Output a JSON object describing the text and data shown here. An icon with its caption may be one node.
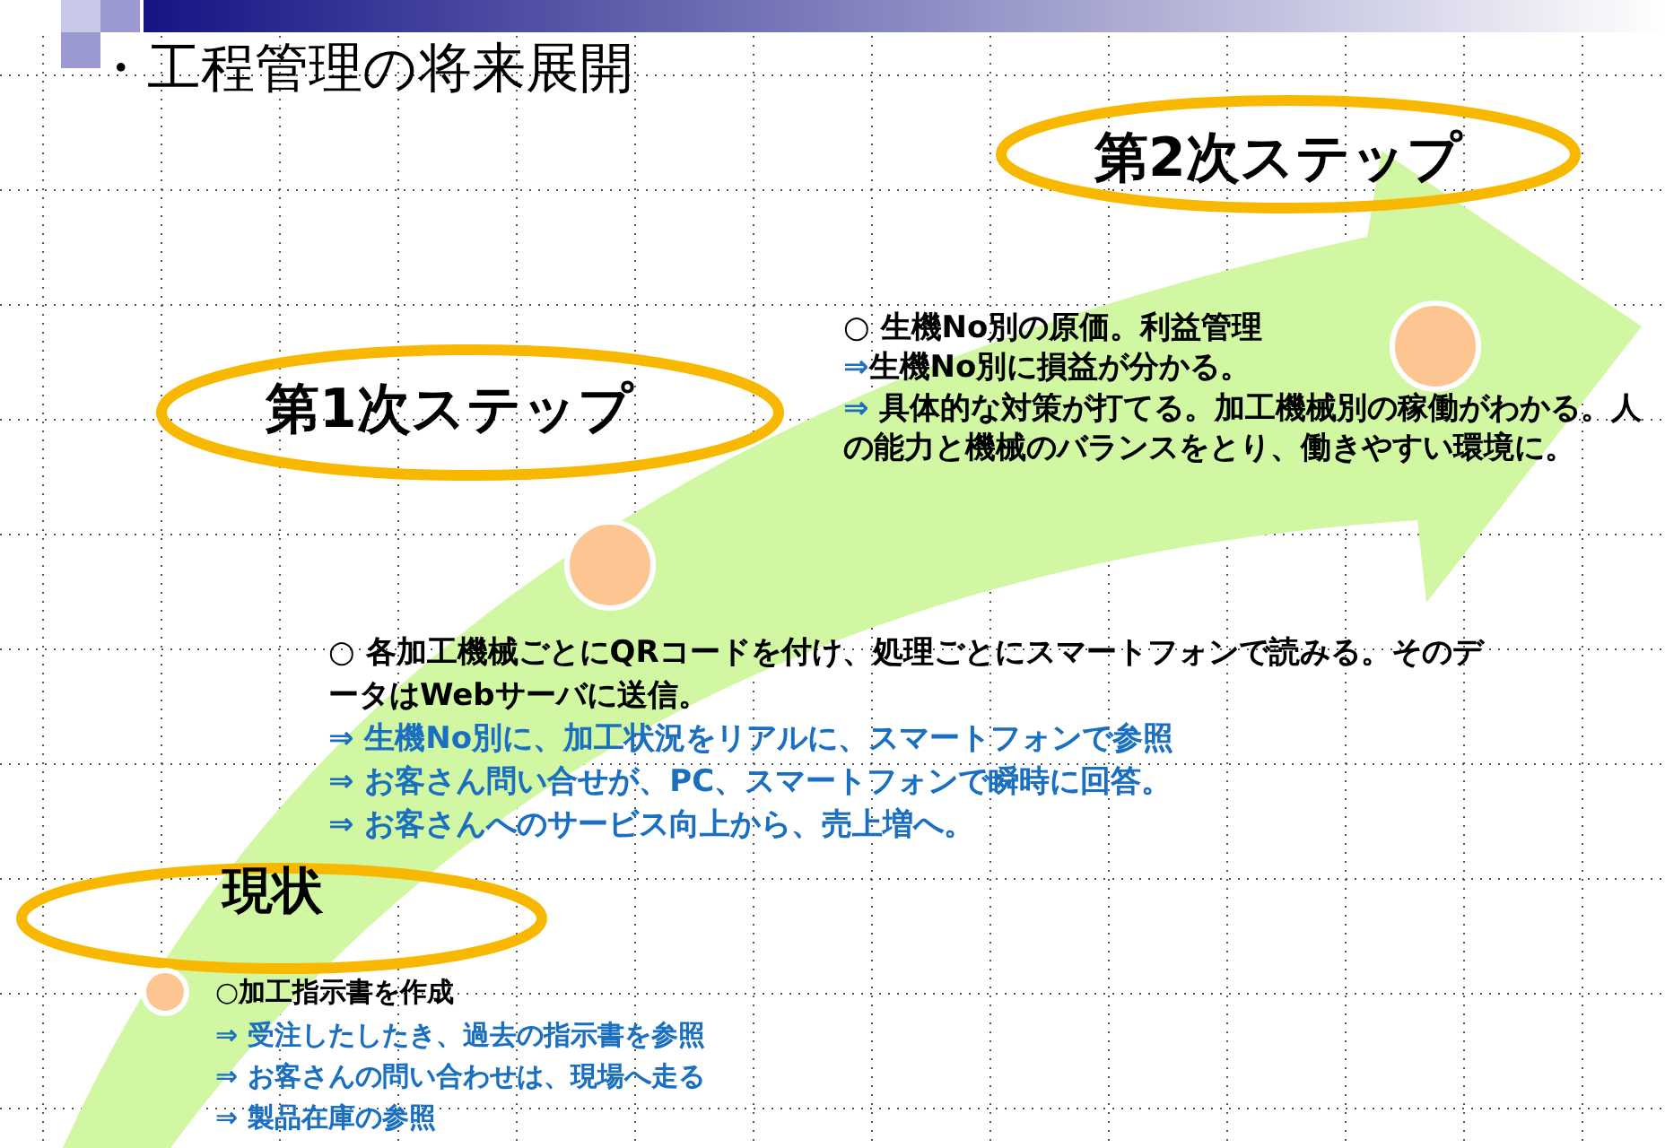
{
  "diagram": {
    "title": "・工程管理の将来展開",
    "nodes": [
      {
        "text": [
          "第2次ステップ"
        ]
      },
      {
        "text": [
          "第1次ステップ"
        ]
      },
      {
        "text": [
          "現状"
        ]
      },
      {
        "text": [],
        "shape": "circle"
      },
      {
        "text": [],
        "shape": "circle"
      },
      {
        "text": [],
        "shape": "circle"
      }
    ],
    "labels": [
      "○ 生機No別の原価。利益管理",
      "⇒生機No別に損益が分かる。",
      "⇒ 具体的な対策が打てる。加工機械別の稼働がわかる。人の能力と機械のバランスをとり、働きやすい環境に。",
      "○ 各加工機械ごとにQRコードを付け、処理ごとにスマートフォンで読みる。そのデータはWebサーバに送信。",
      "⇒ 生機No別に、加工状況をリアルに、スマートフォンで参照",
      "⇒ お客さん問い合せが、PC、スマートフォンで瞬時に回答。",
      "⇒ お客さんへのサービス向上から、売上増へ。",
      "○加工指示書を作成",
      "⇒ 受注したしたき、過去の指示書を参照",
      "⇒ お客さんの問い合わせは、現場へ走る",
      "⇒ 製品在庫の参照"
    ]
  }
}
